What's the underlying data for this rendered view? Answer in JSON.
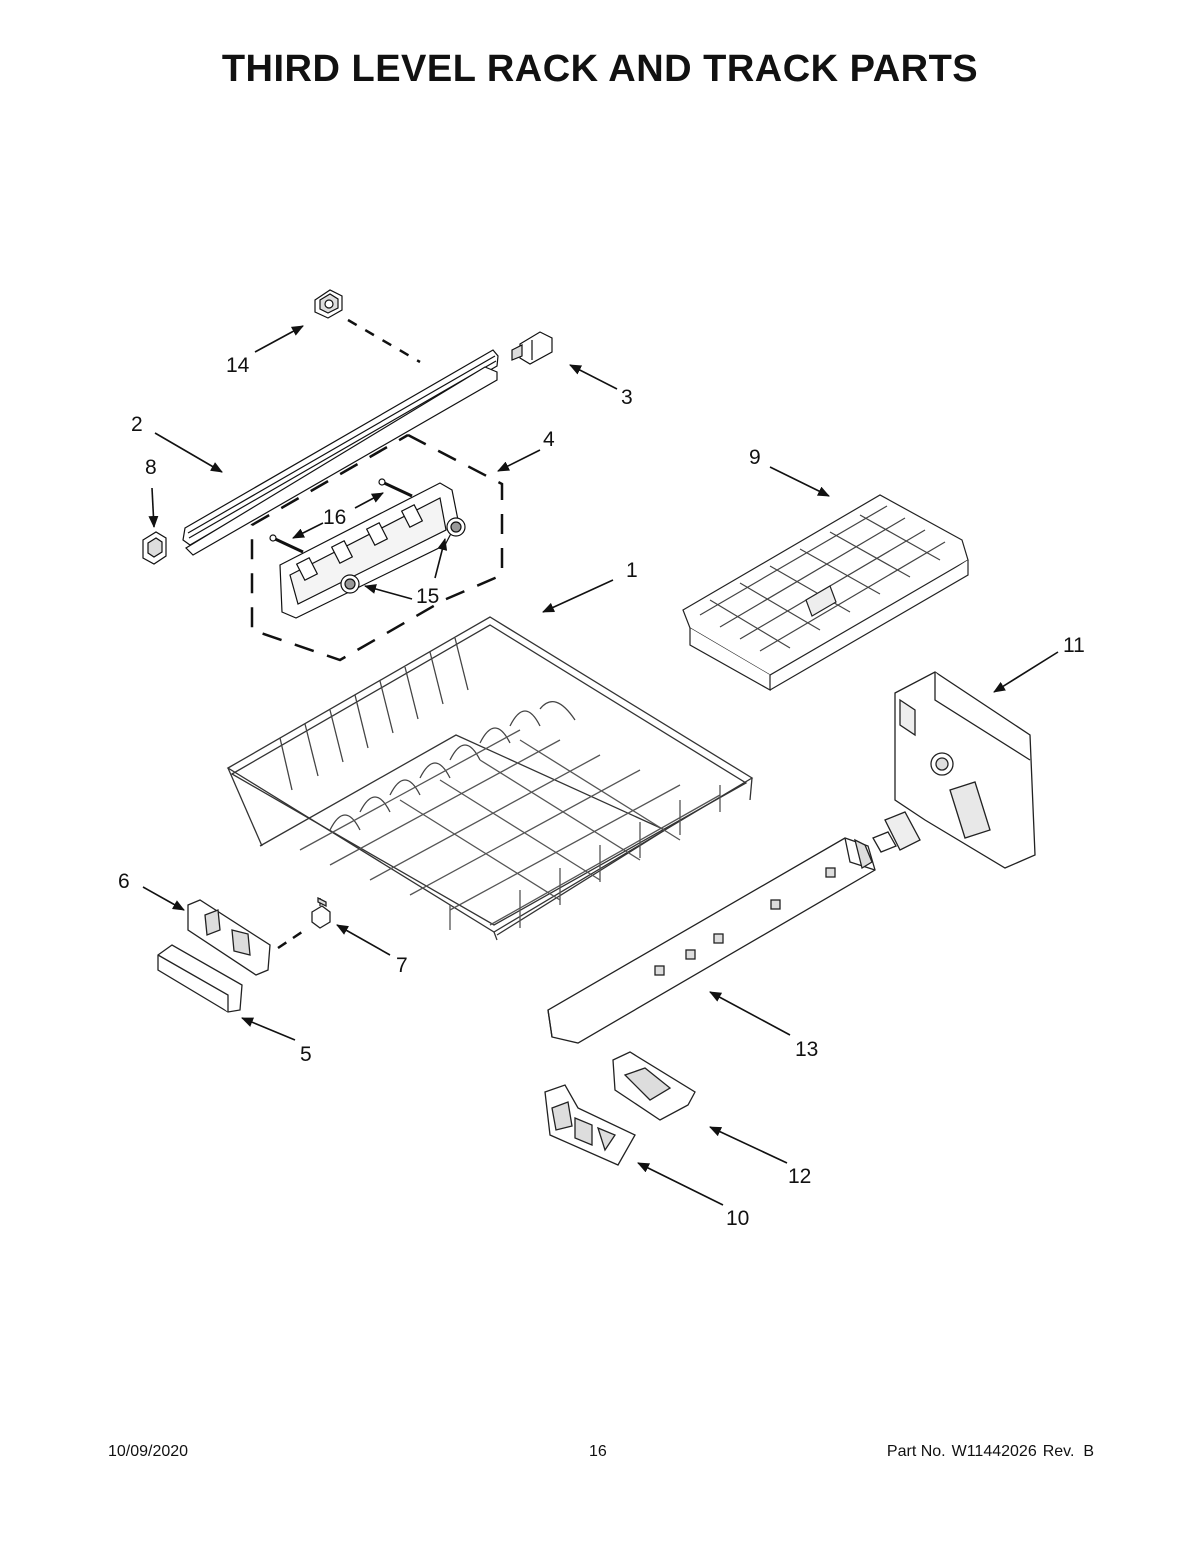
{
  "title": "THIRD LEVEL RACK AND TRACK PARTS",
  "callouts": {
    "c1": "1",
    "c2": "2",
    "c3": "3",
    "c4": "4",
    "c5": "5",
    "c6": "6",
    "c7": "7",
    "c8": "8",
    "c9": "9",
    "c10": "10",
    "c11": "11",
    "c12": "12",
    "c13": "13",
    "c14": "14",
    "c15": "15",
    "c16": "16"
  },
  "footer": {
    "date": "10/09/2020",
    "page": "16",
    "part_label": "Part No.",
    "part_number": "W11442026",
    "revision": "Rev.  B"
  },
  "colors": {
    "line": "#111111",
    "fill": "#ffffff",
    "shade": "#dddddd"
  }
}
